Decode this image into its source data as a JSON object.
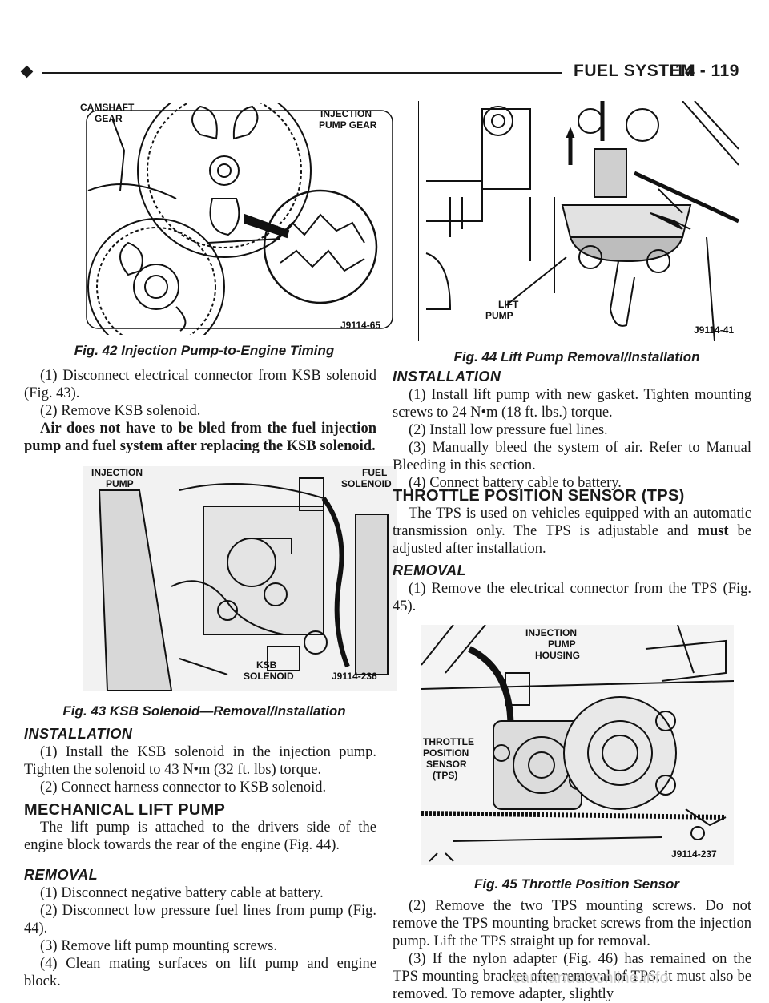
{
  "header": {
    "section": "FUEL SYSTEM",
    "page": "14 - 119"
  },
  "fig42": {
    "label_camshaft": "CAMSHAFT",
    "label_gear": "GEAR",
    "label_injection": "INJECTION",
    "label_pump_gear": "PUMP GEAR",
    "id": "J9114-65",
    "caption": "Fig. 42 Injection Pump-to-Engine Timing"
  },
  "fig43": {
    "label_injection": "INJECTION",
    "label_pump": "PUMP",
    "label_fuel": "FUEL",
    "label_solenoid": "SOLENOID",
    "label_ksb": "KSB",
    "label_ksb_solenoid": "SOLENOID",
    "id": "J9114-236",
    "caption": "Fig. 43 KSB Solenoid—Removal/Installation"
  },
  "fig44": {
    "label_lift": "LIFT",
    "label_pump": "PUMP",
    "id": "J9114-41",
    "caption": "Fig. 44 Lift Pump Removal/Installation"
  },
  "fig45": {
    "label_injection": "INJECTION",
    "label_pump": "PUMP",
    "label_housing": "HOUSING",
    "label_throttle": "THROTTLE",
    "label_position": "POSITION",
    "label_sensor": "SENSOR",
    "label_tps": "(TPS)",
    "id": "J9114-237",
    "caption": "Fig. 45 Throttle Position Sensor"
  },
  "left": {
    "p1": "(1) Disconnect electrical connector from KSB solenoid (Fig. 43).",
    "p2": "(2) Remove KSB solenoid.",
    "p3": "Air does not have to be bled from the fuel injection pump and fuel system after replacing the KSB solenoid.",
    "installation_head": "INSTALLATION",
    "i1": "(1) Install the KSB solenoid in the injection pump. Tighten the solenoid to 43 N•m (32 ft. lbs) torque.",
    "i2": "(2) Connect harness connector to KSB solenoid.",
    "mech_head": "MECHANICAL LIFT PUMP",
    "mech_p": "The lift pump is attached to the drivers side of the engine block towards the rear of the engine (Fig. 44).",
    "removal_head": "REMOVAL",
    "r1": "(1) Disconnect negative battery cable at battery.",
    "r2": "(2) Disconnect low pressure fuel lines from pump (Fig. 44).",
    "r3": "(3) Remove lift pump mounting screws.",
    "r4": "(4) Clean mating surfaces on lift pump and engine block."
  },
  "right": {
    "installation_head": "INSTALLATION",
    "i1": "(1) Install lift pump with new gasket. Tighten mounting screws to 24 N•m (18 ft. lbs.) torque.",
    "i2": "(2) Install low pressure fuel lines.",
    "i3": "(3) Manually bleed the system of air. Refer to Manual Bleeding in this section.",
    "i4": "(4) Connect battery cable to battery.",
    "tps_head": "THROTTLE POSITION SENSOR (TPS)",
    "tps_p_pre": "The TPS is used on vehicles equipped with an automatic transmission only. The TPS is adjustable and",
    "tps_p_bold": "must",
    "tps_p_post": "be adjusted after installation.",
    "removal_head": "REMOVAL",
    "r1": "(1) Remove the electrical connector from the TPS (Fig. 45).",
    "r2": "(2) Remove the two TPS mounting screws. Do not remove the TPS mounting bracket screws from the injection pump. Lift the TPS straight up for removal.",
    "r3": "(3) If the nylon adapter (Fig. 46) has remained on the TPS mounting bracket after removal of TPS, it must also be removed. To remove adapter, slightly"
  },
  "footer": {
    "watermark": "carmanualsonline.info"
  }
}
